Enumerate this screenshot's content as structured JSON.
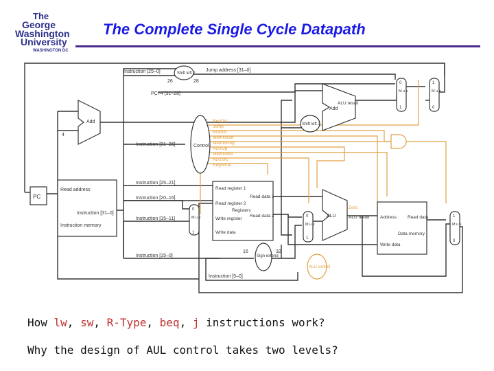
{
  "header": {
    "logo_lines": [
      "The",
      "George",
      "Washington",
      "University"
    ],
    "logo_sub": "WASHINGTON DC",
    "title": "The Complete Single Cycle Datapath"
  },
  "diagram": {
    "fields": {
      "instr_25_0": "Instruction [25–0]",
      "shift_left_2_top": "Shift left 2",
      "in_26": "26",
      "out_28": "28",
      "jump_address": "Jump address [31–0]",
      "pc4": "PC+4 [31–28]",
      "instr_31_26": "Instruction [31–26]",
      "instr_25_21": "Instruction [25–21]",
      "instr_20_16": "Instruction [20–16]",
      "instr_15_11": "Instruction [15–11]",
      "instr_15_0": "Instruction [15–0]",
      "instr_5_0": "Instruction [5–0]",
      "const_4": "4"
    },
    "units": {
      "pc": "PC",
      "add_pc": "Add",
      "imem_read_address": "Read address",
      "imem_instruction": "Instruction [31–0]",
      "imem_label": "Instruction memory",
      "control": "Control",
      "reg_read1": "Read register 1",
      "reg_read2": "Read register 2",
      "reg_write_reg": "Write register",
      "reg_write_data": "Write data",
      "reg_data1": "Read data 1",
      "reg_data2": "Read data 2",
      "registers": "Registers",
      "sign_extend": "Sign extend",
      "se_in": "16",
      "se_out": "32",
      "shift_left_2_mid": "Shift left 2",
      "add_branch": "Add",
      "add_result": "ALU result",
      "alu": "ALU",
      "alu_zero": "Zero",
      "alu_result": "ALU result",
      "alu_control": "ALU control",
      "dmem_address": "Address",
      "dmem_read_data": "Read data",
      "dmem_write_data": "Write data",
      "dmem_label": "Data memory",
      "mux_label": "M u x",
      "mux_in0": "0",
      "mux_in1": "1"
    },
    "signals": [
      "RegDst",
      "Jump",
      "Branch",
      "MemRead",
      "MemtoReg",
      "ALUOp",
      "MemWrite",
      "ALUSrc",
      "RegWrite"
    ]
  },
  "questions": {
    "q1_prefix": "How ",
    "q1_lw": "lw",
    "q1_sep1": ", ",
    "q1_sw": "sw",
    "q1_sep2": ", ",
    "q1_rtype": "R-Type",
    "q1_sep3": ", ",
    "q1_beq": "beq",
    "q1_sep4": ", ",
    "q1_j": "j",
    "q1_suffix": " instructions work?",
    "q2": "Why the design of AUL control takes two levels?"
  },
  "colors": {
    "title": "#1a1ae6",
    "rule": "#4a2a8a",
    "logo": "#2b2e8a",
    "wire": "#333333",
    "control_wire": "#e0a040",
    "highlight": "#c03030"
  }
}
